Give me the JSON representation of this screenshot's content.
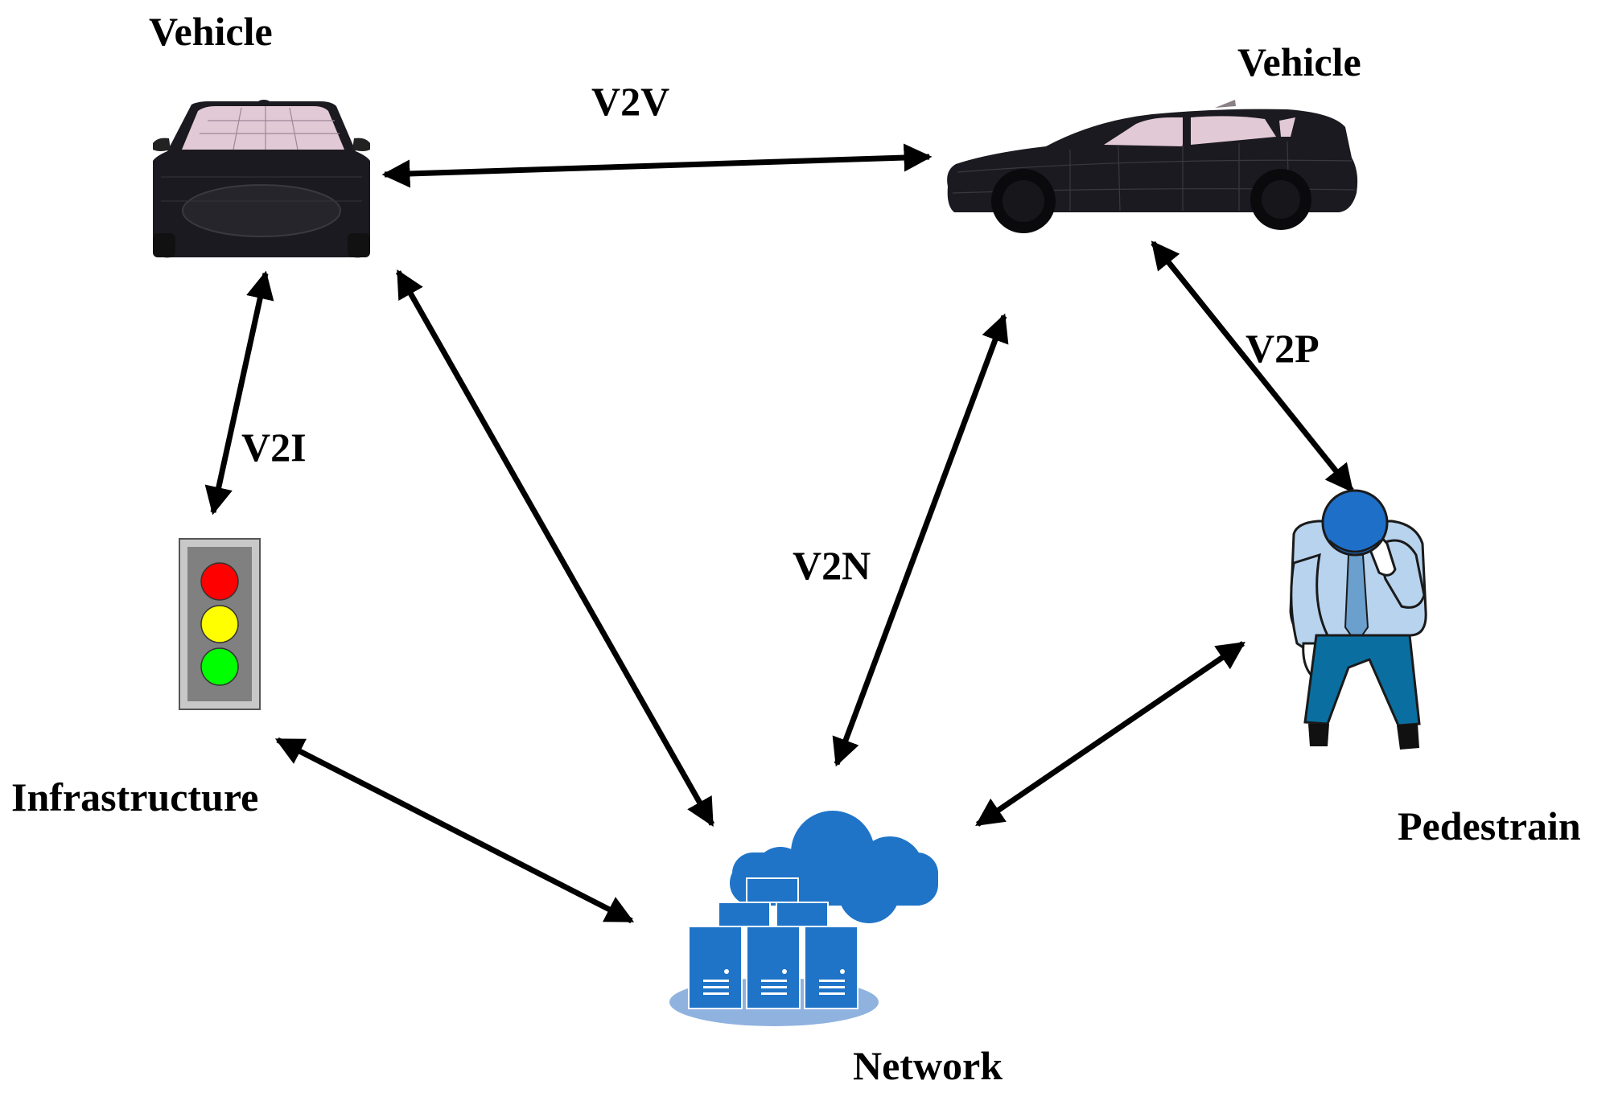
{
  "nodes": {
    "vehicle_front": {
      "label": "Vehicle"
    },
    "vehicle_side": {
      "label": "Vehicle"
    },
    "infrastructure": {
      "label": "Infrastructure"
    },
    "pedestrian": {
      "label": "Pedestrain"
    },
    "network": {
      "label": "Network"
    }
  },
  "links": {
    "v2v": "V2V",
    "v2i": "V2I",
    "v2n": "V2N",
    "v2p": "V2P"
  },
  "colors": {
    "arrow": "#000000",
    "car_body": "#1b1a20",
    "car_glass": "#e2c9d6",
    "traffic_red": "#ff0000",
    "traffic_yellow": "#ffff00",
    "traffic_green": "#00ff00",
    "network_blue": "#1f74c8",
    "network_base": "#8fb2df",
    "shirt": "#b7d3ee",
    "pants": "#0a6fa0",
    "head": "#1e6fc8"
  },
  "icons": {
    "vehicle_front": "car-front-icon",
    "vehicle_side": "car-side-icon",
    "infrastructure": "traffic-light-icon",
    "pedestrian": "pedestrian-phone-icon",
    "network": "cloud-server-icon"
  }
}
